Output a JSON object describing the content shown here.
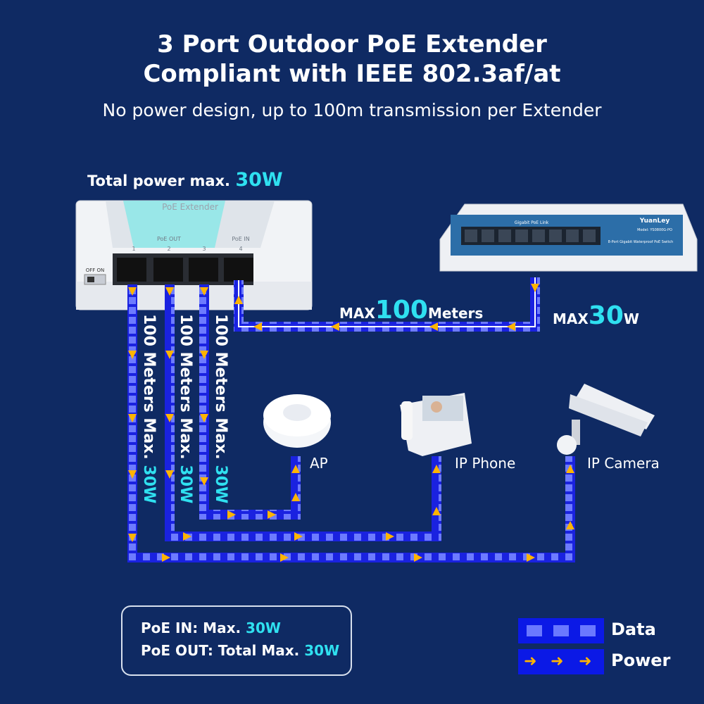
{
  "header": {
    "title_line1": "3 Port Outdoor PoE Extender",
    "title_line2": "Compliant with IEEE 802.3af/at",
    "subtitle": "No power design, up to 100m transmission per Extender"
  },
  "extender": {
    "total_power_label": "Total power max.",
    "total_power_value": "30W",
    "case_text": "PoE Extender",
    "poe_out_label": "PoE OUT",
    "poe_in_label": "PoE IN",
    "port_numbers": [
      "1",
      "2",
      "3",
      "4"
    ],
    "switch_labels": "OFF  ON"
  },
  "switch_device": {
    "brand": "YuanLey",
    "model": "Model: YS0800G-PO",
    "panel_label": "Gigabit PoE Link",
    "description": "8-Port Gigabit Waterproof PoE Switch"
  },
  "link_labels": {
    "max_prefix": "MAX",
    "length_value": "100",
    "length_unit": "Meters",
    "power_prefix": "MAX",
    "power_value": "30",
    "power_unit": "W"
  },
  "vertical_labels": [
    {
      "text": "100 Meters  Max.",
      "power": "30W"
    },
    {
      "text": "100 Meters  Max.",
      "power": "30W"
    },
    {
      "text": "100 Meters  Max.",
      "power": "30W"
    }
  ],
  "devices": {
    "ap": "AP",
    "phone": "IP Phone",
    "camera": "IP Camera"
  },
  "info_box": {
    "line1_prefix": "PoE      IN: Max.",
    "line1_value": "30W",
    "line2_prefix": "PoE OUT: Total Max.",
    "line2_value": "30W"
  },
  "legend": {
    "data_label": "Data",
    "power_label": "Power",
    "data_color": "#0b19e6",
    "power_arrow_color": "#ffb400"
  }
}
